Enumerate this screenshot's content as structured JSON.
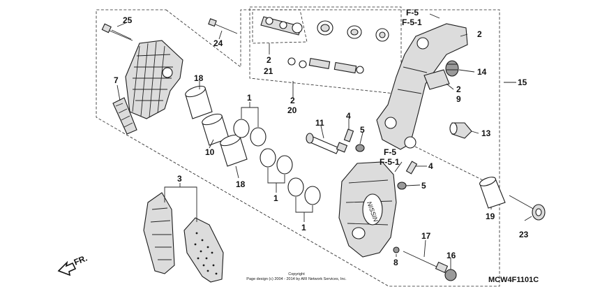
{
  "diagram": {
    "callouts": [
      {
        "id": "c25",
        "label": "25"
      },
      {
        "id": "c24",
        "label": "24"
      },
      {
        "id": "c7",
        "label": "7"
      },
      {
        "id": "c18a",
        "label": "18"
      },
      {
        "id": "c18b",
        "label": "18"
      },
      {
        "id": "c10",
        "label": "10"
      },
      {
        "id": "c1a",
        "label": "1"
      },
      {
        "id": "c1b",
        "label": "1"
      },
      {
        "id": "c1c",
        "label": "1"
      },
      {
        "id": "c3",
        "label": "3"
      },
      {
        "id": "c2a",
        "label": "2"
      },
      {
        "id": "c21",
        "label": "21"
      },
      {
        "id": "c2b",
        "label": "2"
      },
      {
        "id": "c20",
        "label": "20"
      },
      {
        "id": "c2c",
        "label": "2"
      },
      {
        "id": "c14",
        "label": "14"
      },
      {
        "id": "c2d",
        "label": "2"
      },
      {
        "id": "c9",
        "label": "9"
      },
      {
        "id": "c15",
        "label": "15"
      },
      {
        "id": "c13",
        "label": "13"
      },
      {
        "id": "c11",
        "label": "11"
      },
      {
        "id": "c4a",
        "label": "4"
      },
      {
        "id": "c5a",
        "label": "5"
      },
      {
        "id": "c4b",
        "label": "4"
      },
      {
        "id": "c5b",
        "label": "5"
      },
      {
        "id": "c19",
        "label": "19"
      },
      {
        "id": "c23",
        "label": "23"
      },
      {
        "id": "c17",
        "label": "17"
      },
      {
        "id": "c8",
        "label": "8"
      },
      {
        "id": "c16",
        "label": "16"
      }
    ],
    "frame_refs": {
      "top_f5": "F-5",
      "top_f51": "F-5-1",
      "mid_f5": "F-5",
      "mid_f51": "F-5-1"
    },
    "direction_label": "FR.",
    "copyright_line1": "Copyright",
    "copyright_line2": "Page design (c) 2004 - 2014 by ARI Network Services, Inc.",
    "diagram_code": "MCW4F1101C"
  }
}
